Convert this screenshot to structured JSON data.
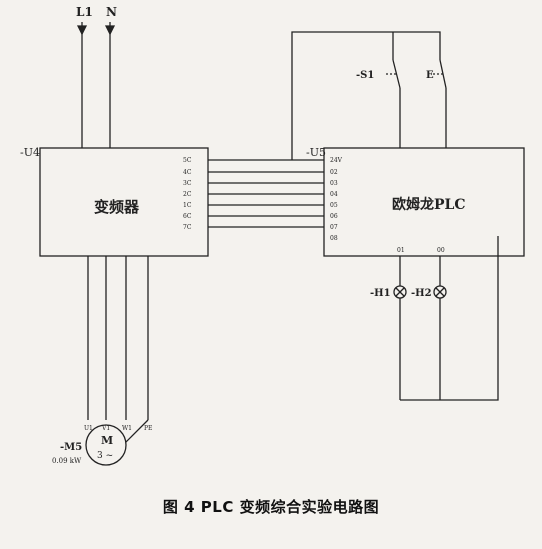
{
  "supply": {
    "l1": "L1",
    "n": "N"
  },
  "vfd": {
    "tag": "-U4",
    "title": "变频器",
    "left_io": [
      "5C",
      "4C",
      "3C",
      "2C",
      "1C",
      "6C",
      "7C"
    ]
  },
  "plc": {
    "tag": "-U5",
    "title": "欧姆龙PLC",
    "left_io": [
      "24V",
      "02",
      "03",
      "04",
      "05",
      "06",
      "07",
      "08"
    ],
    "bottom_io": [
      "01",
      "00"
    ]
  },
  "switches": {
    "s1": "-S1",
    "s2": "E"
  },
  "lamps": {
    "h1": "-H1",
    "h2": "-H2"
  },
  "motor": {
    "tag": "-M5",
    "rating": "0.09 kW",
    "symbol": "M",
    "phase": "3 ~",
    "terminals": [
      "U1",
      "V1",
      "W1",
      "PE"
    ]
  },
  "caption": "图 4   PLC 变频综合实验电路图"
}
